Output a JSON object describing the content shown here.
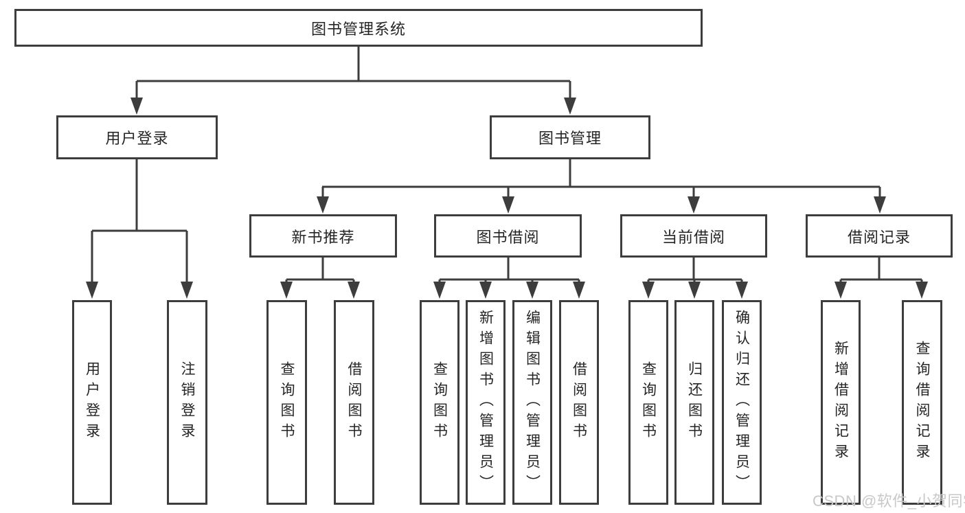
{
  "diagram": {
    "root": {
      "label": "图书管理系统"
    },
    "level2": [
      {
        "label": "用户登录",
        "children": [
          {
            "label": "用户登录"
          },
          {
            "label": "注销登录"
          }
        ]
      },
      {
        "label": "图书管理",
        "children": [
          {
            "label": "新书推荐",
            "children": [
              {
                "label": "查询图书"
              },
              {
                "label": "借阅图书"
              }
            ]
          },
          {
            "label": "图书借阅",
            "children": [
              {
                "label": "查询图书"
              },
              {
                "label": "新增图书（管理员）"
              },
              {
                "label": "编辑图书（管理员）"
              },
              {
                "label": "借阅图书"
              }
            ]
          },
          {
            "label": "当前借阅",
            "children": [
              {
                "label": "查询图书"
              },
              {
                "label": "归还图书"
              },
              {
                "label": "确认归还（管理员）"
              }
            ]
          },
          {
            "label": "借阅记录",
            "children": [
              {
                "label": "新增借阅记录"
              },
              {
                "label": "查询借阅记录"
              }
            ]
          }
        ]
      }
    ]
  },
  "watermark": {
    "text": "CSDN @软件_小贺同学"
  },
  "colors": {
    "line": "#3d3d3d",
    "box_border": "#3d3d3d",
    "text": "#252525",
    "watermark": "#c8c8c8",
    "background": "#ffffff"
  }
}
